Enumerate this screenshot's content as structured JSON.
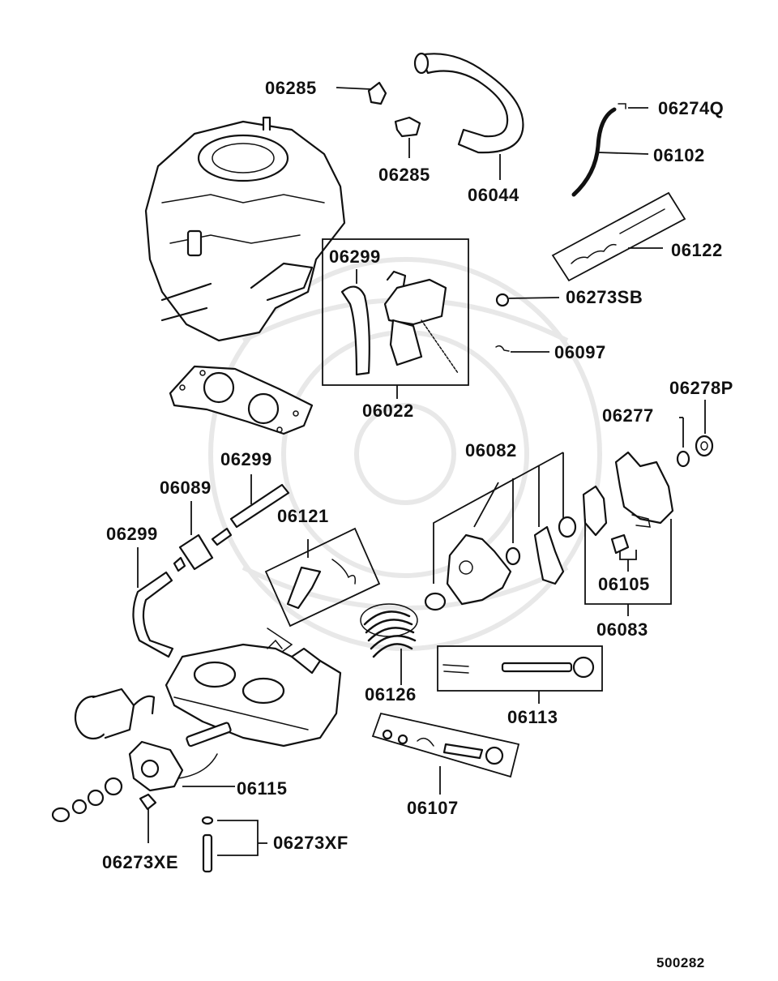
{
  "diagram": {
    "ref_code": "500282",
    "labels": {
      "p06285_a": "06285",
      "p06285_b": "06285",
      "p06044": "06044",
      "p06274Q": "06274Q",
      "p06102": "06102",
      "p06122": "06122",
      "p06273SB": "06273SB",
      "p06097": "06097",
      "p06299_box": "06299",
      "p06022": "06022",
      "p06278P": "06278P",
      "p06277": "06277",
      "p06082": "06082",
      "p06299_mid": "06299",
      "p06089": "06089",
      "p06299_left": "06299",
      "p06121": "06121",
      "p06105": "06105",
      "p06083": "06083",
      "p06126": "06126",
      "p06113": "06113",
      "p06115": "06115",
      "p06107": "06107",
      "p06273XF": "06273XF",
      "p06273XE": "06273XE"
    }
  }
}
